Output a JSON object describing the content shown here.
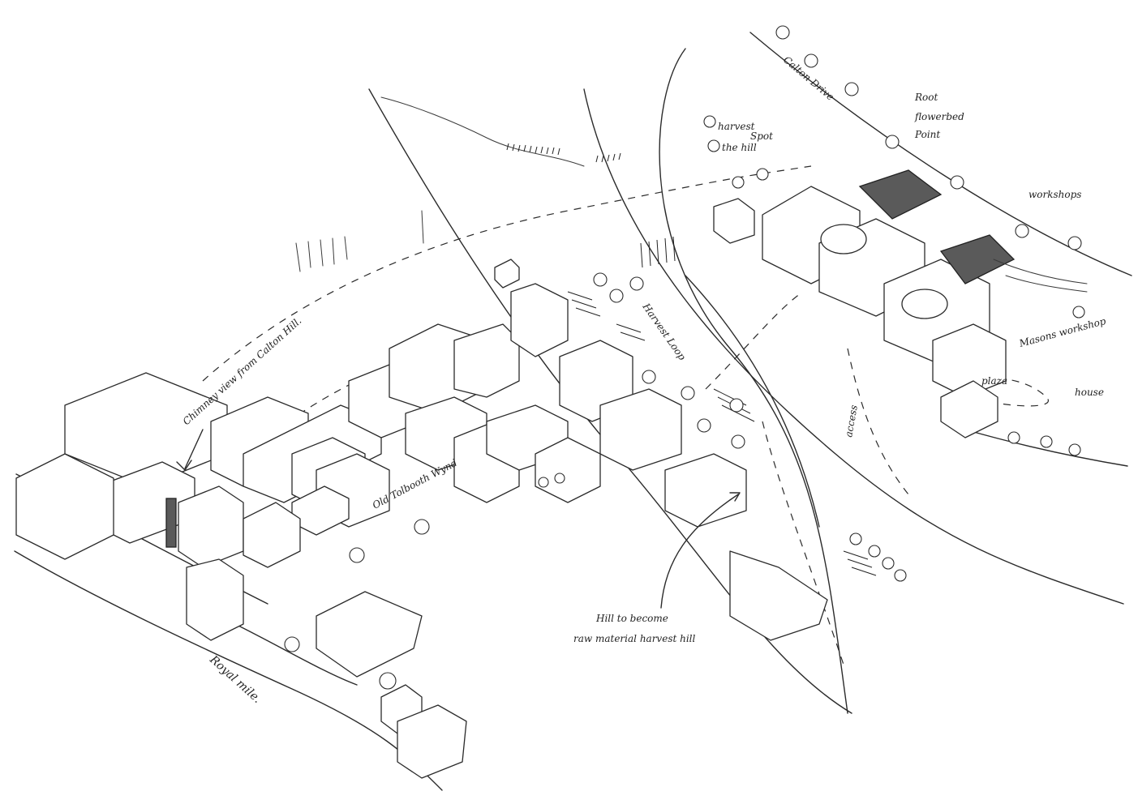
{
  "labels": {
    "chimney_view": "Chimney view from Calton Hill.",
    "old_tolbooth": "Old Tolbooth Wynd",
    "royal_mile": "Royal mile.",
    "harvest_loop": "Harvest Loop",
    "hill_note_line1": "Hill to become",
    "hill_note_line2": "raw material harvest hill",
    "calton_drive": "Calton Drive",
    "harvest_spot_1": "harvest",
    "harvest_spot_2": "Spot",
    "the_hill": "the hill",
    "root_flowerbed_1": "Root",
    "root_flowerbed_2": "flowerbed",
    "root_flowerbed_3": "Point",
    "workshops": "workshops",
    "masons_workshop": "Masons workshop",
    "plaza": "plaza",
    "house": "house",
    "access": "access"
  }
}
